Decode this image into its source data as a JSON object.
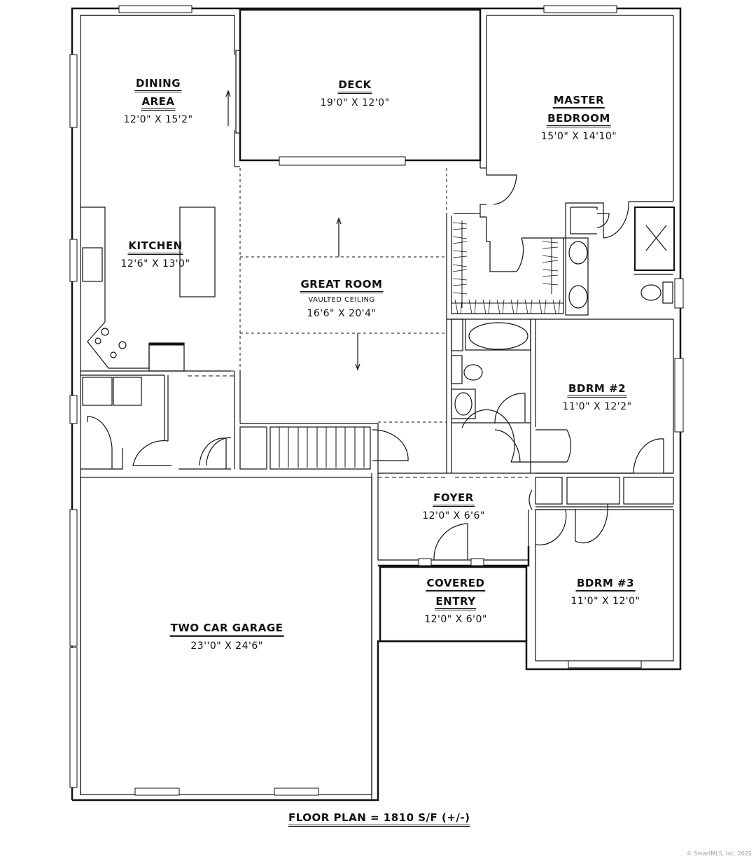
{
  "plan": {
    "rooms": [
      {
        "id": "dining",
        "name_line1": "DINING",
        "name_line2": "AREA",
        "dimensions": "12'0\" X 15'2\""
      },
      {
        "id": "deck",
        "name_line1": "DECK",
        "dimensions": "19'0\" X 12'0\""
      },
      {
        "id": "master",
        "name_line1": "MASTER",
        "name_line2": "BEDROOM",
        "dimensions": "15'0\" X 14'10\""
      },
      {
        "id": "kitchen",
        "name_line1": "KITCHEN",
        "dimensions": "12'6\" X 13'0\""
      },
      {
        "id": "great",
        "name_line1": "GREAT ROOM",
        "note": "VAULTED CEILING",
        "dimensions": "16'6\" X 20'4\""
      },
      {
        "id": "bdrm2",
        "name_line1": "BDRM #2",
        "dimensions": "11'0\" X 12'2\""
      },
      {
        "id": "foyer",
        "name_line1": "FOYER",
        "dimensions": "12'0\" X 6'6\""
      },
      {
        "id": "covered",
        "name_line1": "COVERED",
        "name_line2": "ENTRY",
        "dimensions": "12'0\" X 6'0\""
      },
      {
        "id": "bdrm3",
        "name_line1": "BDRM #3",
        "dimensions": "11'0\" X 12'0\""
      },
      {
        "id": "garage",
        "name_line1": "TWO CAR GARAGE",
        "dimensions": "23''0\" X 24'6\""
      }
    ],
    "footer": "FLOOR PLAN = 1810 S/F (+/-)",
    "copyright": "© SmartMLS, Inc. 2025",
    "colors": {
      "line": "#111111",
      "background": "#ffffff"
    }
  }
}
